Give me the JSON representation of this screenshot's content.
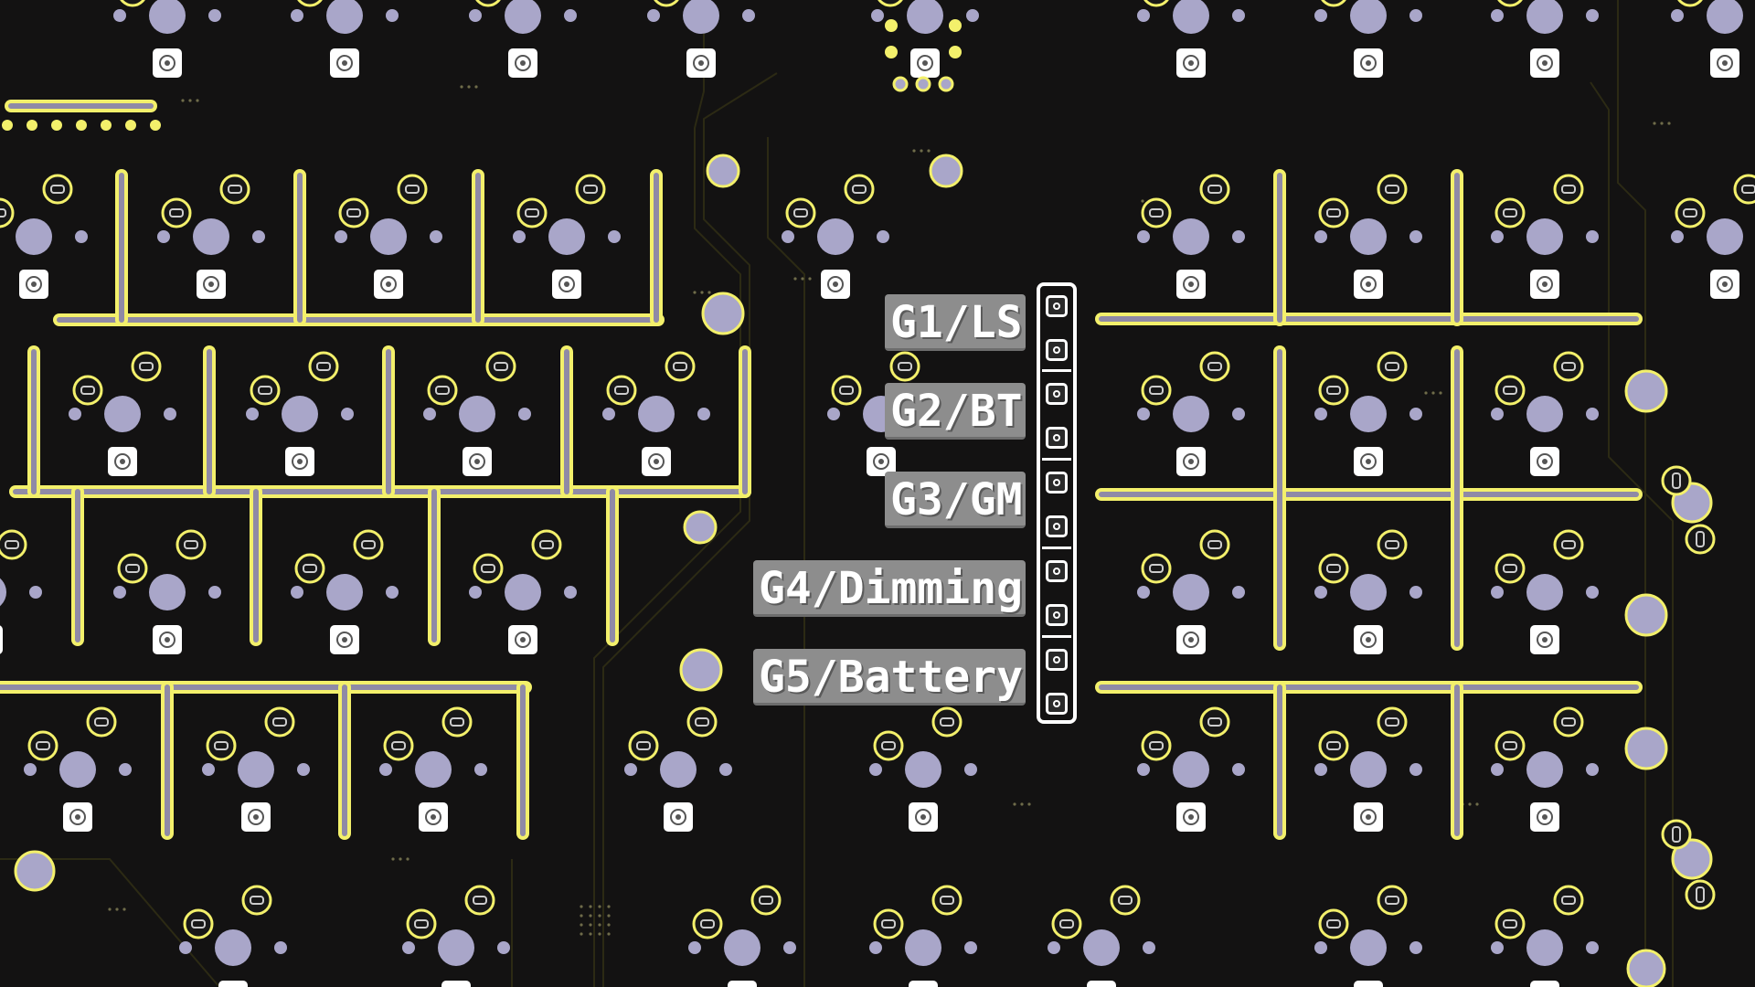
{
  "board": {
    "colors": {
      "background": "#131212",
      "copper_outline": "#f3f06b",
      "pad": "#a9a6c9",
      "silk": "#ffffff",
      "label_bg": "#8d8d8d",
      "trace": "#2c2a14"
    }
  },
  "labels": [
    {
      "id": "g1",
      "text": "G1/LS"
    },
    {
      "id": "g2",
      "text": "G2/BT"
    },
    {
      "id": "g3",
      "text": "G3/GM"
    },
    {
      "id": "g4",
      "text": "G4/Dimming"
    },
    {
      "id": "g5",
      "text": "G5/Battery"
    }
  ],
  "header": {
    "name": "pin-header",
    "pin_count": 10
  }
}
